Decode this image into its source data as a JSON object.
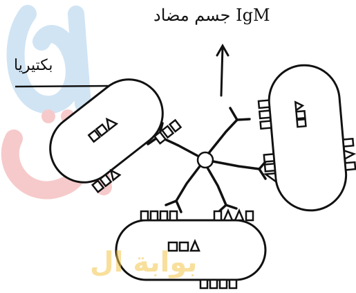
{
  "labels": {
    "antibody": "جسم مضاد IgM",
    "bacteria": "بكتيريا"
  },
  "watermark": {
    "text": "بوابة ال"
  },
  "colors": {
    "ink": "#111111",
    "background": "#ffffff",
    "watermark_red": "#e04646",
    "watermark_blue": "#5aa0d8",
    "watermark_yellow": "#f4c64a"
  }
}
